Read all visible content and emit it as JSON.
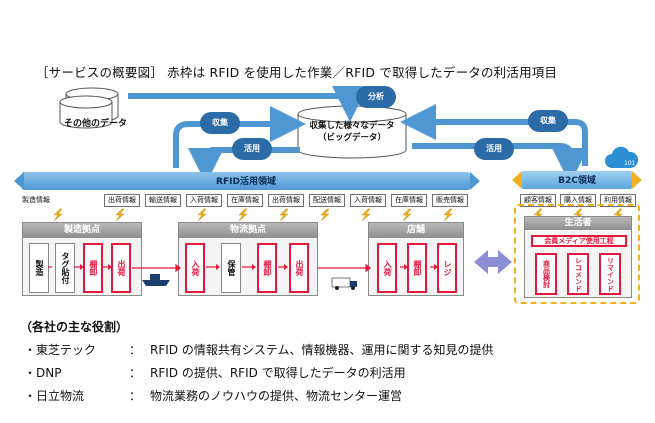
{
  "caption": "［サービスの概要図］ 赤枠は RFID を使用した作業／RFID で取得したデータの利活用項目",
  "other_data": "その他のデータ",
  "big_data": {
    "line1": "収集した様々なデータ",
    "line2": "（ビッグデータ）"
  },
  "bubbles": {
    "collect_left": "収集",
    "analyze": "分析",
    "collect_right": "収集",
    "use_left": "活用",
    "use_right": "活用"
  },
  "rfid_domain": "RFID活用領域",
  "b2c_domain": "B2C領域",
  "info_items": [
    "製造情報",
    "出荷情報",
    "輸送情報",
    "入荷情報",
    "在庫情報",
    "出荷情報",
    "配送情報",
    "入荷情報",
    "在庫情報",
    "販売情報"
  ],
  "b2c_info_items": [
    "顧客情報",
    "購入情報",
    "利用情報"
  ],
  "sites": {
    "manufacturing": {
      "title": "製造拠点",
      "tasks": [
        "製造",
        "タグ貼付",
        "棚卸",
        "出荷"
      ]
    },
    "logistics": {
      "title": "物流拠点",
      "tasks": [
        "入荷",
        "保管",
        "棚卸",
        "出荷"
      ]
    },
    "store": {
      "title": "店舗",
      "tasks": [
        "入荷",
        "棚卸",
        "レジ"
      ]
    },
    "consumer": {
      "title": "生活者",
      "subtitle": "会員メディア使用工程",
      "tasks": [
        "商品検討",
        "レコメンド",
        "リマインド"
      ]
    }
  },
  "colors": {
    "red": "#e2183d",
    "blue": "#2b6ca8",
    "orange": "#f2b01e",
    "light_blue": "#8ec3ec",
    "purple_arrow": "#8b8fd6"
  },
  "roles_title": "（各社の主な役割）",
  "roles": [
    {
      "bullet": "・",
      "company": "東芝テック",
      "colon": "：",
      "role": "RFID の情報共有システム、情報機器、運用に関する知見の提供"
    },
    {
      "bullet": "・",
      "company": "DNP",
      "colon": "：",
      "role": "RFID の提供、RFID で取得したデータの利活用"
    },
    {
      "bullet": "・",
      "company": "日立物流",
      "colon": "：",
      "role": "物流業務のノウハウの提供、物流センター運営"
    }
  ]
}
